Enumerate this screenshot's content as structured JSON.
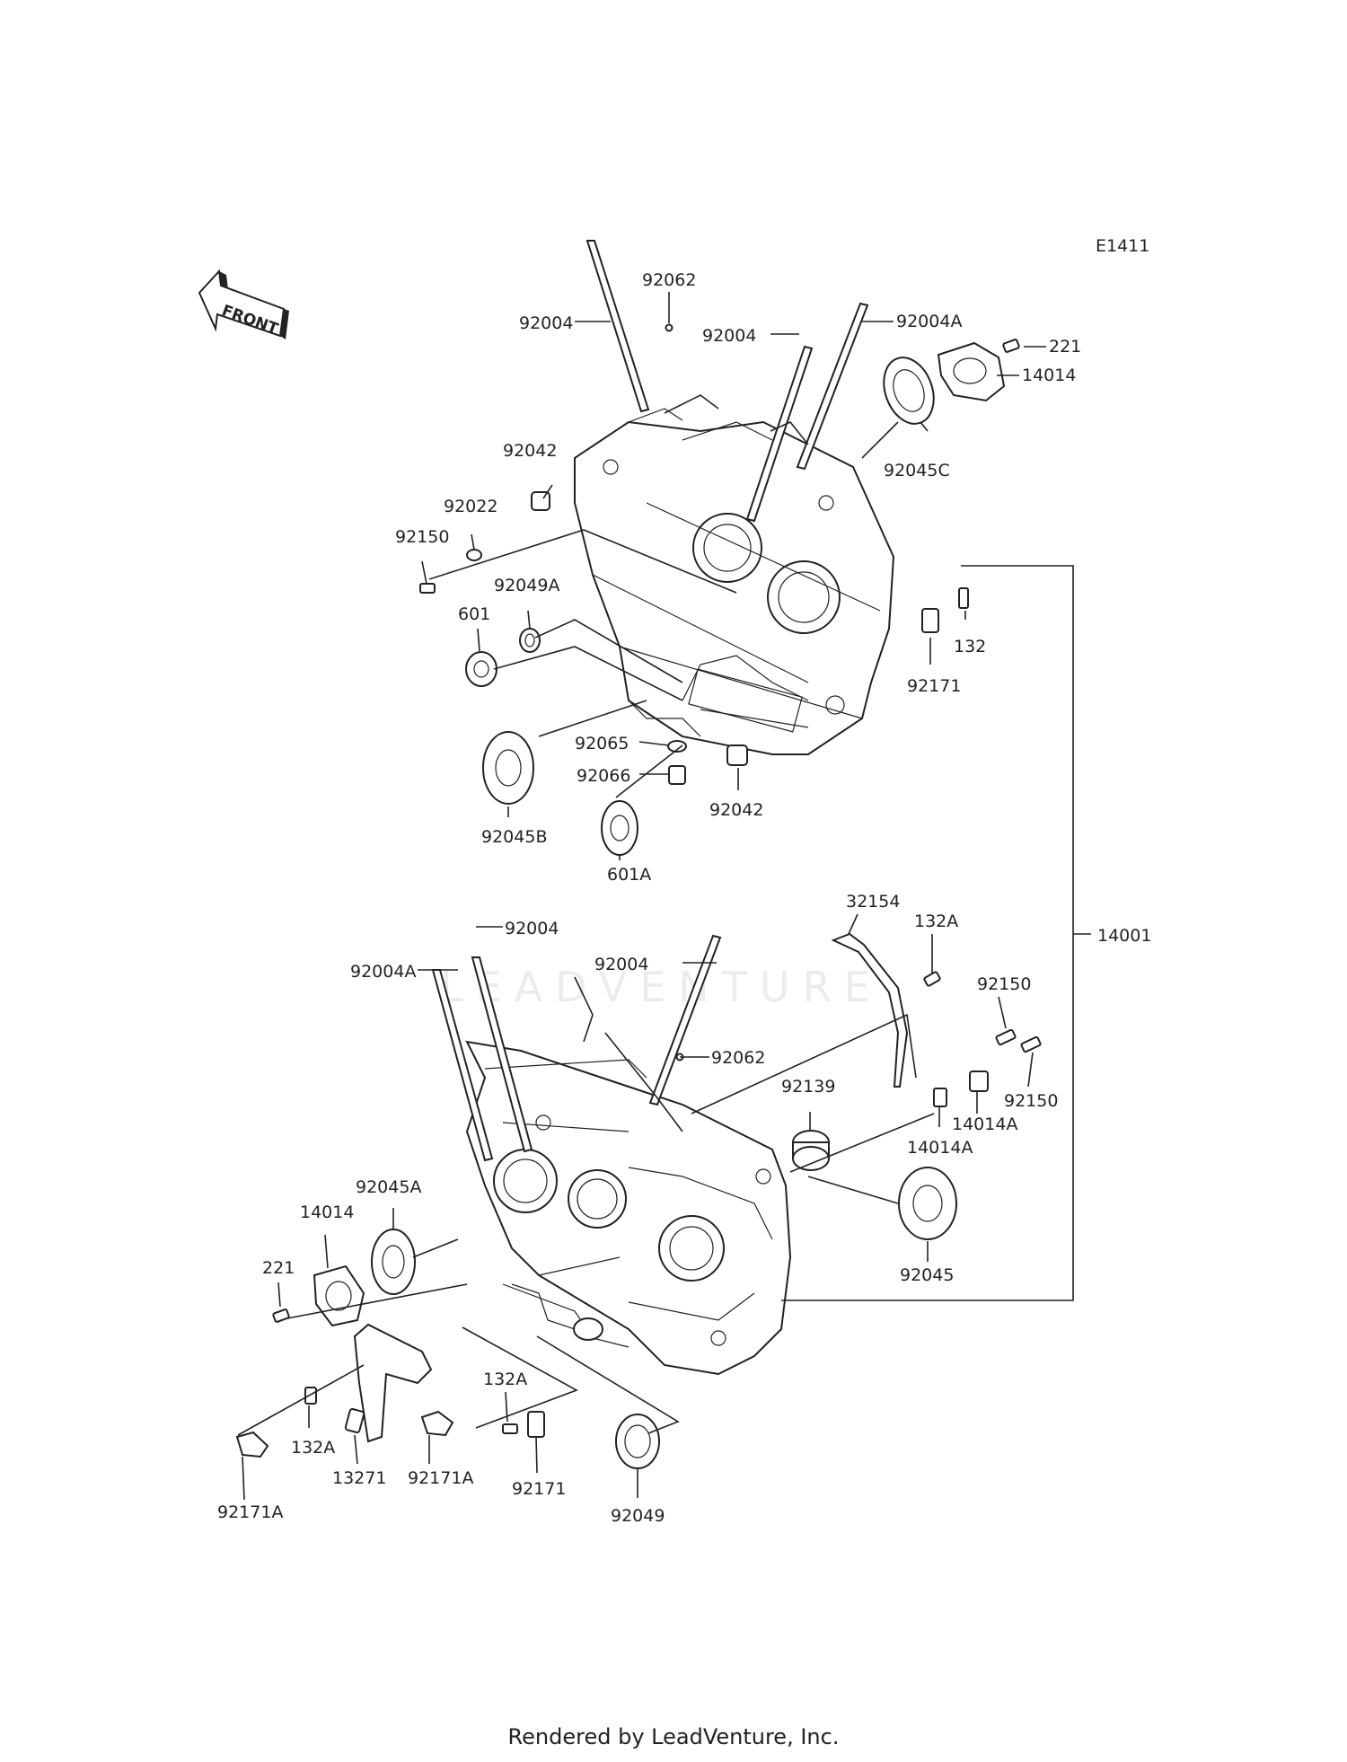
{
  "diagram_id": "E1411",
  "front_label": "FRONT",
  "footer": "Rendered by LeadVenture, Inc.",
  "watermark": "LEADVENTURE",
  "labels": [
    {
      "key": "l1",
      "text": "92004"
    },
    {
      "key": "l2",
      "text": "92062"
    },
    {
      "key": "l3",
      "text": "92004"
    },
    {
      "key": "l4",
      "text": "92004A"
    },
    {
      "key": "l5",
      "text": "221"
    },
    {
      "key": "l6",
      "text": "14014"
    },
    {
      "key": "l7",
      "text": "92045C"
    },
    {
      "key": "l8",
      "text": "92042"
    },
    {
      "key": "l9",
      "text": "92022"
    },
    {
      "key": "l10",
      "text": "92150"
    },
    {
      "key": "l11",
      "text": "92049A"
    },
    {
      "key": "l12",
      "text": "601"
    },
    {
      "key": "l13",
      "text": "132"
    },
    {
      "key": "l14",
      "text": "92171"
    },
    {
      "key": "l15",
      "text": "92065"
    },
    {
      "key": "l16",
      "text": "92066"
    },
    {
      "key": "l17",
      "text": "92042"
    },
    {
      "key": "l18",
      "text": "92045B"
    },
    {
      "key": "l19",
      "text": "601A"
    },
    {
      "key": "l20",
      "text": "32154"
    },
    {
      "key": "l21",
      "text": "132A"
    },
    {
      "key": "l22",
      "text": "14001"
    },
    {
      "key": "l23",
      "text": "92004"
    },
    {
      "key": "l24",
      "text": "92004A"
    },
    {
      "key": "l25",
      "text": "92004"
    },
    {
      "key": "l26",
      "text": "92150"
    },
    {
      "key": "l27",
      "text": "92062"
    },
    {
      "key": "l28",
      "text": "92139"
    },
    {
      "key": "l29",
      "text": "92150"
    },
    {
      "key": "l30",
      "text": "14014A"
    },
    {
      "key": "l31",
      "text": "14014A"
    },
    {
      "key": "l32",
      "text": "92045A"
    },
    {
      "key": "l33",
      "text": "14014"
    },
    {
      "key": "l34",
      "text": "221"
    },
    {
      "key": "l35",
      "text": "92045"
    },
    {
      "key": "l36",
      "text": "132A"
    },
    {
      "key": "l37",
      "text": "132A"
    },
    {
      "key": "l38",
      "text": "13271"
    },
    {
      "key": "l39",
      "text": "92171A"
    },
    {
      "key": "l40",
      "text": "92171"
    },
    {
      "key": "l41",
      "text": "92049"
    },
    {
      "key": "l42",
      "text": "92171A"
    }
  ]
}
